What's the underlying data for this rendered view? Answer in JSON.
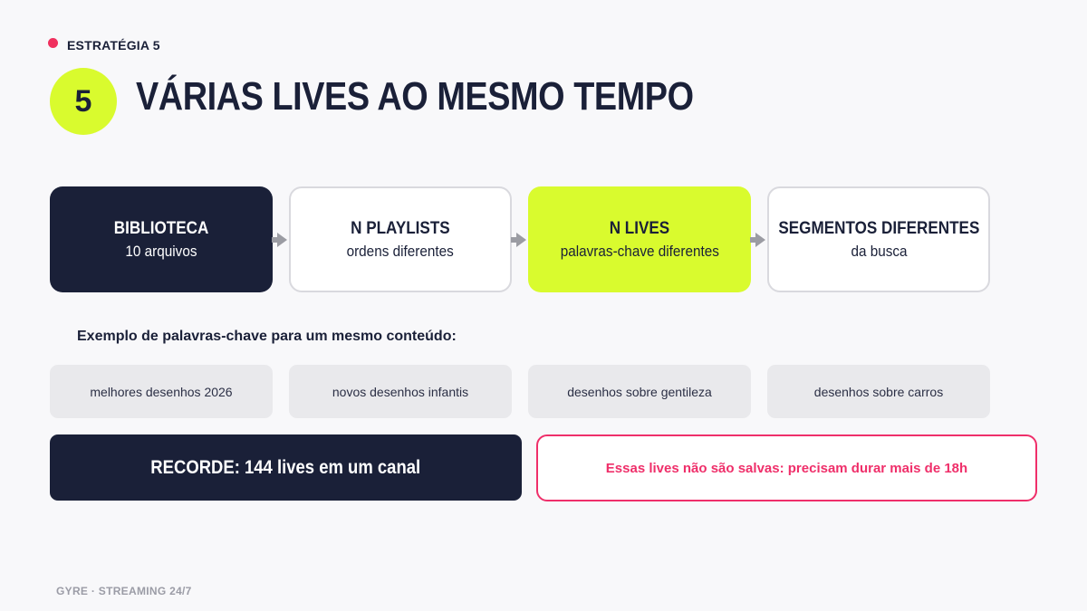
{
  "eyebrow": "ESTRATÉGIA 5",
  "badge_number": "5",
  "headline": "VÁRIAS LIVES AO MESMO TEMPO",
  "flow": [
    {
      "title": "BIBLIOTECA",
      "subtitle": "10 arquivos"
    },
    {
      "title": "N PLAYLISTS",
      "subtitle": "ordens diferentes"
    },
    {
      "title": "N LIVES",
      "subtitle": "palavras-chave diferentes"
    },
    {
      "title": "SEGMENTOS DIFERENTES",
      "subtitle": "da busca"
    }
  ],
  "keywords_heading": "Exemplo de palavras-chave para um mesmo conteúdo:",
  "keywords": [
    "melhores desenhos 2026",
    "novos desenhos infantis",
    "desenhos sobre gentileza",
    "desenhos sobre carros"
  ],
  "record_text": "RECORDE: 144 lives em um canal",
  "warning_text": "Essas lives não são salvas: precisam durar mais de 18h",
  "footer": "GYRE · STREAMING 24/7",
  "colors": {
    "navy": "#1a2038",
    "lime": "#d9fb2e",
    "pink": "#ef2f6a",
    "chip_gray": "#e9e9ec",
    "background": "#f8f8fa"
  }
}
